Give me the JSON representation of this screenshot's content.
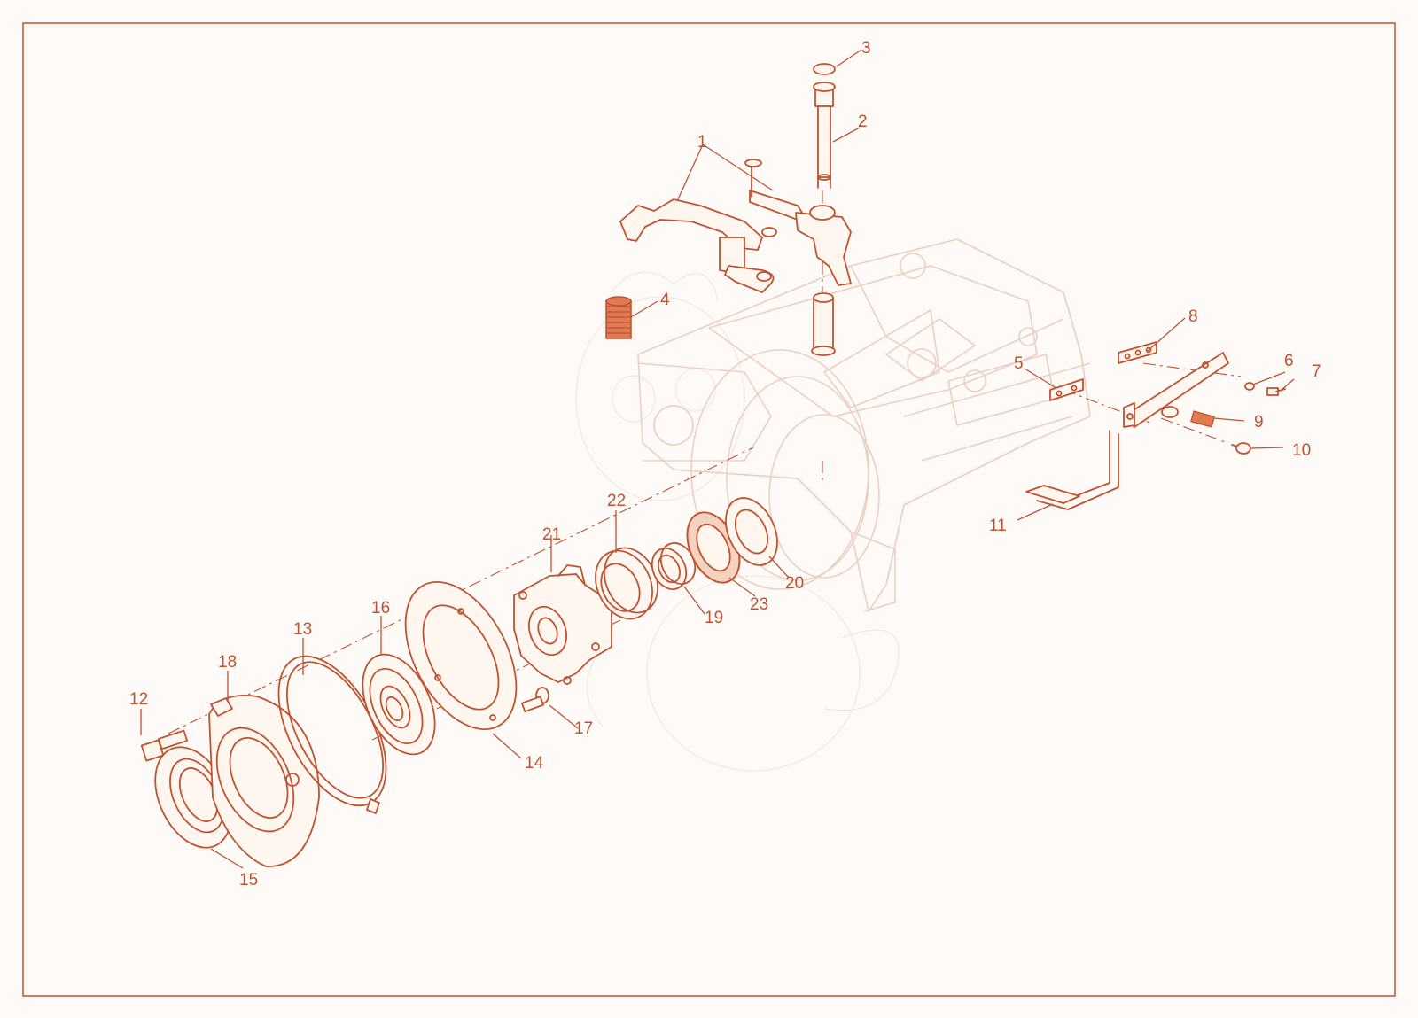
{
  "colors": {
    "line": "#c0532f",
    "ghost": "#eccfc2",
    "background": "#fdfaf7",
    "frame": "#c0532f"
  },
  "callouts": {
    "c1": "1",
    "c2": "2",
    "c3": "3",
    "c4": "4",
    "c5": "5",
    "c6": "6",
    "c7": "7",
    "c8": "8",
    "c9": "9",
    "c10": "10",
    "c11": "11",
    "c12": "12",
    "c13": "13",
    "c14": "14",
    "c15": "15",
    "c16": "16",
    "c17": "17",
    "c18": "18",
    "c19": "19",
    "c20": "20",
    "c21": "21",
    "c22": "22",
    "c23": "23"
  }
}
